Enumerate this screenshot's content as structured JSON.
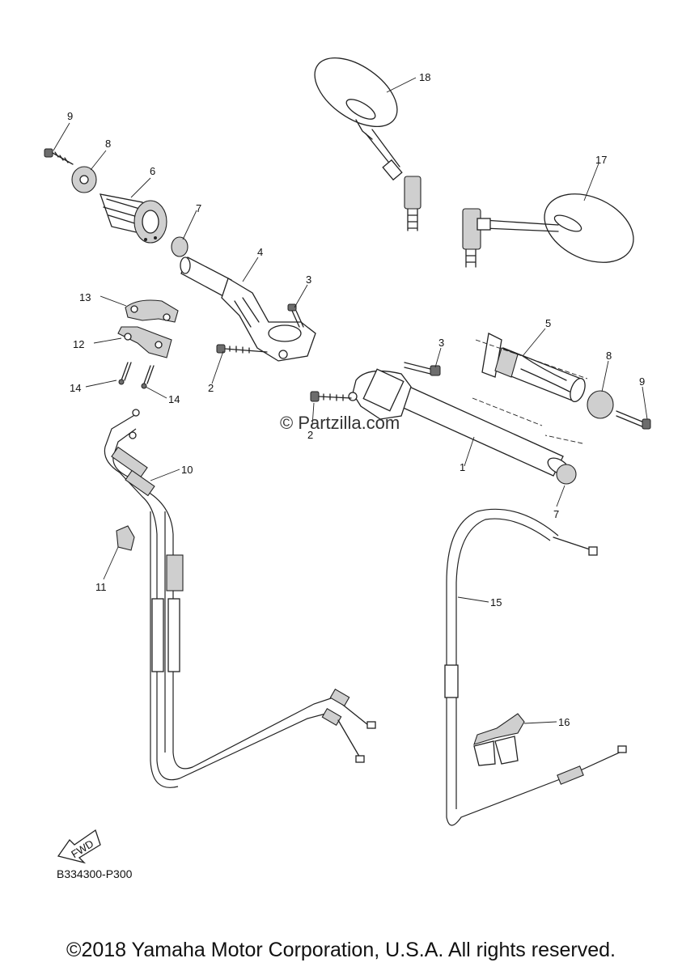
{
  "diagram": {
    "watermark": "© Partzilla.com",
    "reference_code": "B334300-P300",
    "fwd_label": "FWD",
    "copyright": "©2018 Yamaha Motor Corporation, U.S.A. All rights reserved.",
    "callouts": [
      {
        "id": "c9a",
        "text": "9"
      },
      {
        "id": "c8a",
        "text": "8"
      },
      {
        "id": "c6",
        "text": "6"
      },
      {
        "id": "c7a",
        "text": "7"
      },
      {
        "id": "c4",
        "text": "4"
      },
      {
        "id": "c3a",
        "text": "3"
      },
      {
        "id": "c13",
        "text": "13"
      },
      {
        "id": "c12",
        "text": "12"
      },
      {
        "id": "c14a",
        "text": "14"
      },
      {
        "id": "c14b",
        "text": "14"
      },
      {
        "id": "c2a",
        "text": "2"
      },
      {
        "id": "c18",
        "text": "18"
      },
      {
        "id": "c17",
        "text": "17"
      },
      {
        "id": "c5",
        "text": "5"
      },
      {
        "id": "c3b",
        "text": "3"
      },
      {
        "id": "c8b",
        "text": "8"
      },
      {
        "id": "c9b",
        "text": "9"
      },
      {
        "id": "c2b",
        "text": "2"
      },
      {
        "id": "c1",
        "text": "1"
      },
      {
        "id": "c7b",
        "text": "7"
      },
      {
        "id": "c10",
        "text": "10"
      },
      {
        "id": "c11",
        "text": "11"
      },
      {
        "id": "c15",
        "text": "15"
      },
      {
        "id": "c16",
        "text": "16"
      }
    ]
  }
}
